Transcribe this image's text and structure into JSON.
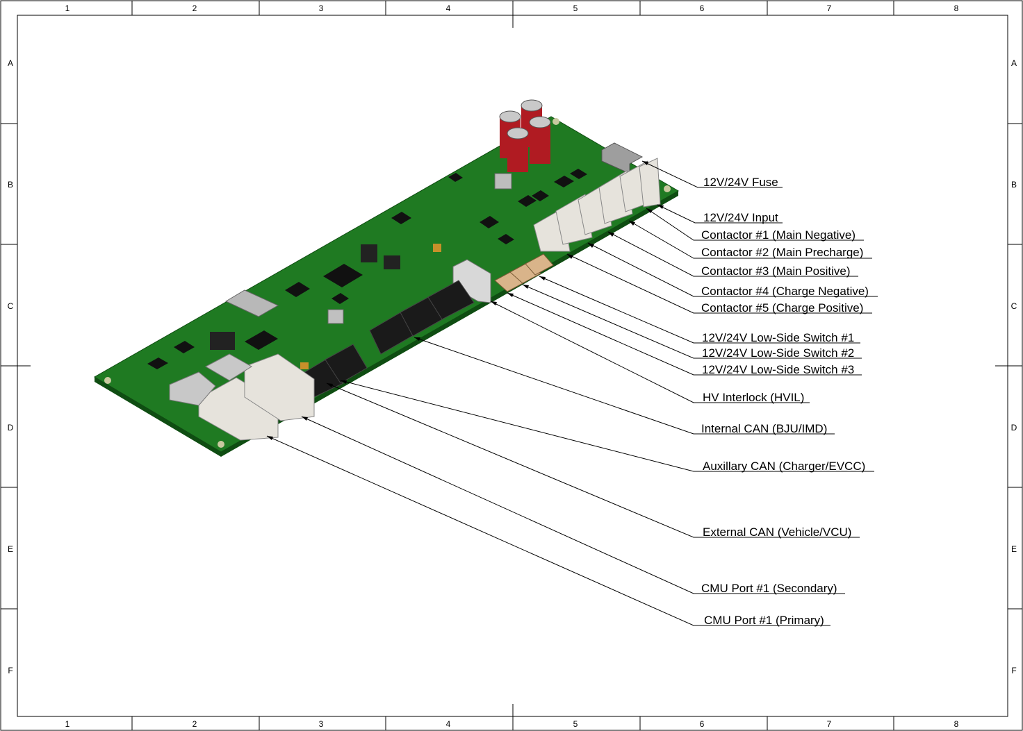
{
  "drawing": {
    "column_labels": [
      "1",
      "2",
      "3",
      "4",
      "5",
      "6",
      "7",
      "8"
    ],
    "row_labels": [
      "A",
      "B",
      "C",
      "D",
      "E",
      "F"
    ]
  },
  "callouts": [
    {
      "id": "fuse",
      "text": "12V/24V Fuse"
    },
    {
      "id": "input",
      "text": "12V/24V Input"
    },
    {
      "id": "c1",
      "text": "Contactor #1 (Main Negative)"
    },
    {
      "id": "c2",
      "text": "Contactor #2 (Main Precharge)"
    },
    {
      "id": "c3",
      "text": "Contactor #3 (Main Positive)"
    },
    {
      "id": "c4",
      "text": "Contactor #4 (Charge Negative)"
    },
    {
      "id": "c5",
      "text": "Contactor #5 (Charge Positive)"
    },
    {
      "id": "ls1",
      "text": "12V/24V Low-Side Switch #1"
    },
    {
      "id": "ls2",
      "text": "12V/24V Low-Side Switch #2"
    },
    {
      "id": "ls3",
      "text": "12V/24V Low-Side Switch #3"
    },
    {
      "id": "hvil",
      "text": "HV Interlock (HVIL)"
    },
    {
      "id": "intcan",
      "text": "Internal CAN (BJU/IMD)"
    },
    {
      "id": "auxcan",
      "text": "Auxillary CAN (Charger/EVCC)"
    },
    {
      "id": "extcan",
      "text": "External CAN (Vehicle/VCU)"
    },
    {
      "id": "cmu2",
      "text": "CMU Port #1 (Secondary)"
    },
    {
      "id": "cmu1",
      "text": "CMU Port #1 (Primary)"
    }
  ],
  "colors": {
    "pcb": "#1f7a22",
    "pcb_edge": "#0f4d12",
    "connector_white": "#e6e3dc",
    "connector_black": "#1a1a1a",
    "capacitor_red": "#b01b22",
    "connector_tan": "#d9b48a"
  }
}
